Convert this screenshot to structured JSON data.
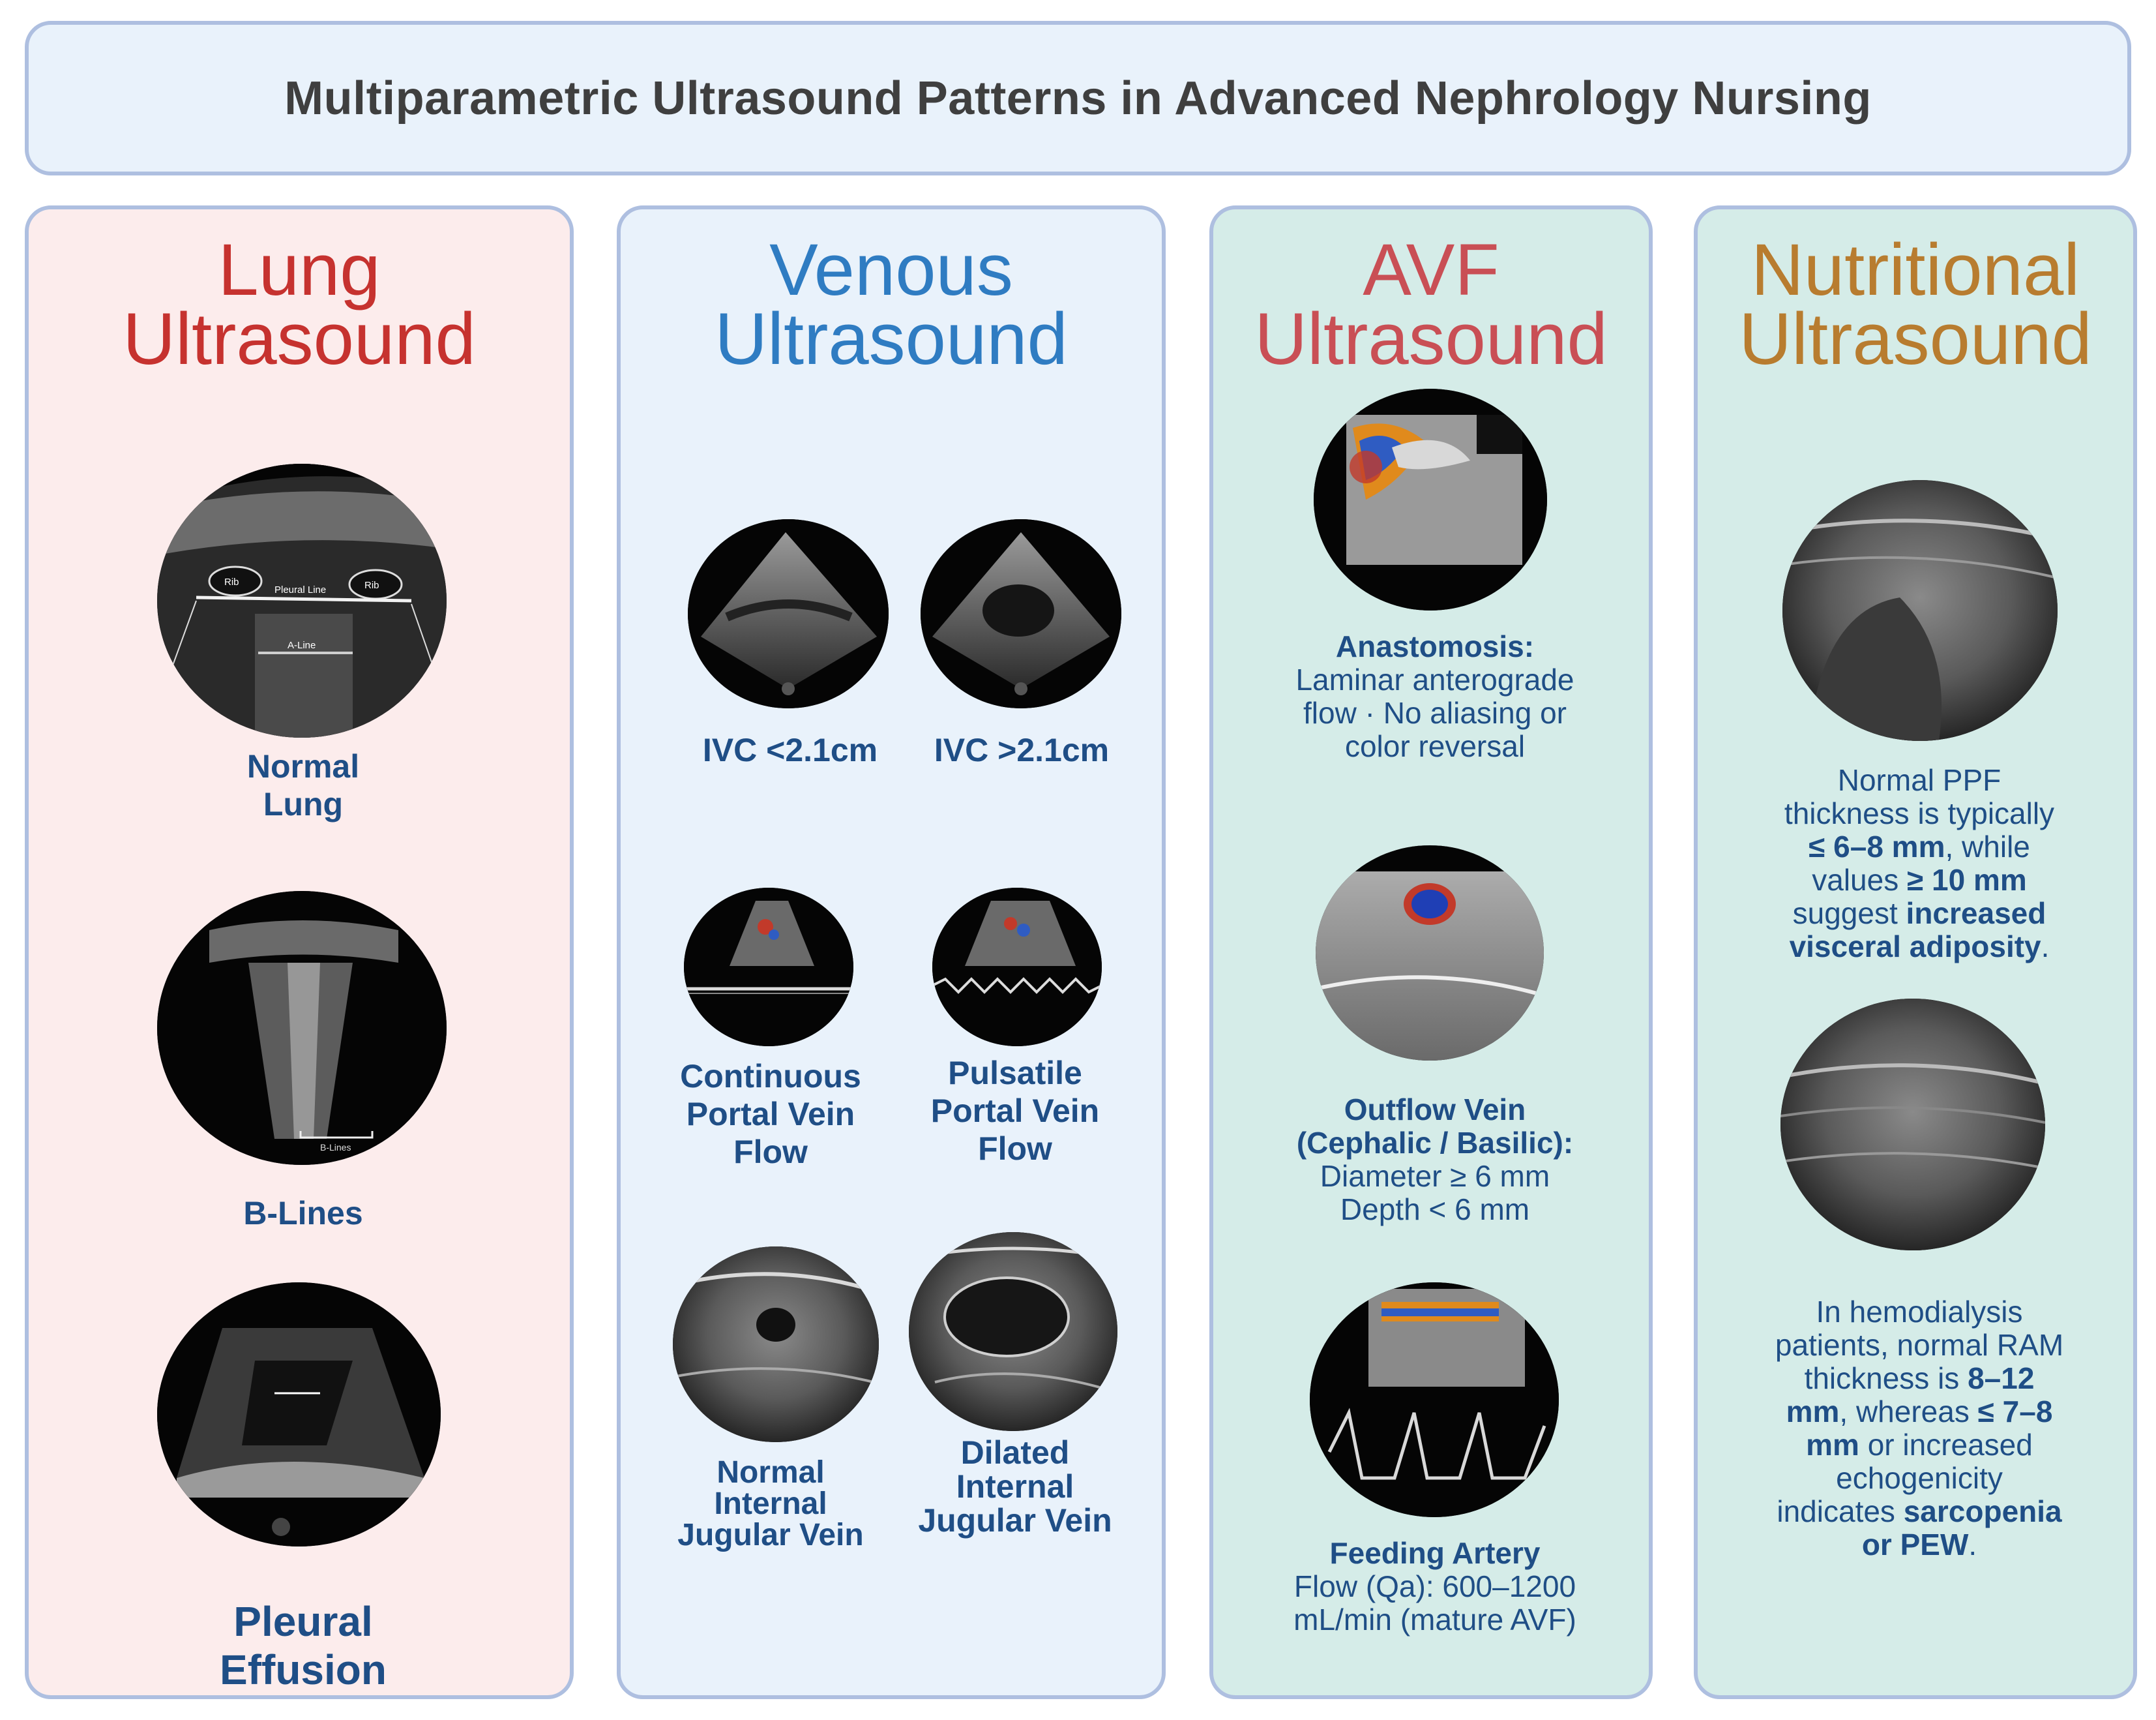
{
  "title": "Multiparametric Ultrasound Patterns in Advanced Nephrology Nursing",
  "colors": {
    "lung_heading": "#c6322f",
    "venous_heading": "#2f7cc2",
    "avf_heading": "#c94f55",
    "nutritional_heading": "#b87c2f",
    "caption": "#1f4e86",
    "lung_panel_bg": "#fcecec",
    "venous_panel_bg": "#e9f2fb",
    "avf_panel_bg": "#d5ece8",
    "panel_border": "#aebfe0"
  },
  "lung": {
    "heading": [
      "Lung",
      "Ultrasound"
    ],
    "images": [
      {
        "caption": [
          "Normal",
          "Lung"
        ],
        "labels": {
          "rib_left": "Rib",
          "rib_right": "Rib",
          "pleural_line": "Pleural Line",
          "a_line": "A-Line"
        }
      },
      {
        "caption": [
          "B-Lines"
        ],
        "labels": {
          "b_lines": "B-Lines"
        }
      },
      {
        "caption": [
          "Pleural",
          "Effusion"
        ]
      }
    ]
  },
  "venous": {
    "heading": [
      "Venous",
      "Ultrasound"
    ],
    "images": [
      {
        "caption": [
          "IVC <2.1cm"
        ]
      },
      {
        "caption": [
          "IVC >2.1cm"
        ]
      },
      {
        "caption": [
          "Continuous",
          "Portal Vein",
          "Flow"
        ]
      },
      {
        "caption": [
          "Pulsatile",
          "Portal Vein",
          "Flow"
        ]
      },
      {
        "caption": [
          "Normal",
          "Internal",
          "Jugular Vein"
        ]
      },
      {
        "caption": [
          "Dilated",
          "Internal",
          "Jugular Vein"
        ]
      }
    ]
  },
  "avf": {
    "heading": [
      "AVF",
      "Ultrasound"
    ],
    "items": [
      {
        "label": "Anastomosis:",
        "text": [
          "Laminar anterograde",
          "flow · No aliasing or",
          "color reversal"
        ]
      },
      {
        "label": [
          "Outflow Vein",
          "(Cephalic / Basilic):"
        ],
        "text": [
          "Diameter ≥ 6 mm",
          "Depth < 6 mm"
        ]
      },
      {
        "label": "Feeding Artery",
        "text": [
          "Flow (Qa): 600–1200",
          "mL/min (mature AVF)"
        ]
      }
    ]
  },
  "nutritional": {
    "heading": [
      "Nutritional",
      "Ultrasound"
    ],
    "ppf": {
      "l1": "Normal PPF",
      "l2": "thickness is typically",
      "l3_bold": "≤ 6–8 mm",
      "l3_tail": ", while",
      "l4_pre": "values ",
      "l4_bold": "≥ 10 mm",
      "l5_pre": "suggest ",
      "l5_bold": "increased",
      "l6_bold": "visceral adiposity",
      "l6_tail": "."
    },
    "ram": {
      "l1": "In hemodialysis",
      "l2": "patients, normal RAM",
      "l3_pre": "thickness is ",
      "l3_bold": "8–12",
      "l4_bold": "mm",
      "l4_mid": ", whereas ",
      "l4_bold2": "≤ 7–8",
      "l5_bold": "mm",
      "l5_tail": " or increased",
      "l6": "echogenicity",
      "l7_pre": "indicates ",
      "l7_bold": "sarcopenia",
      "l8_bold": "or PEW",
      "l8_tail": "."
    }
  }
}
